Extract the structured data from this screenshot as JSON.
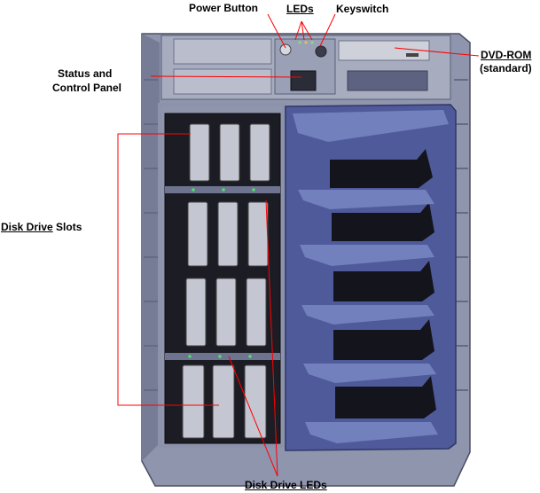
{
  "labels": {
    "power_button": "Power Button",
    "leds": "LEDs",
    "keyswitch": "Keyswitch",
    "dvd_rom": "DVD-ROM",
    "dvd_rom_note": "(standard)",
    "status_line1": "Status and",
    "status_line2": "Control Panel",
    "disk_drive_u": "Disk Drive",
    "slots": " Slots",
    "disk_drive_leds": "Disk Drive LEDs"
  },
  "colors": {
    "leader_line": "#ff0000",
    "chassis": "#8f95ad",
    "front_panel": "#a7acbf",
    "drive_bay_dark": "#1c1d24",
    "drive_carrier": "#c4c7d2",
    "door": "#4f5a9b",
    "door_highlight": "#7280bd",
    "vent": "#14151c"
  }
}
